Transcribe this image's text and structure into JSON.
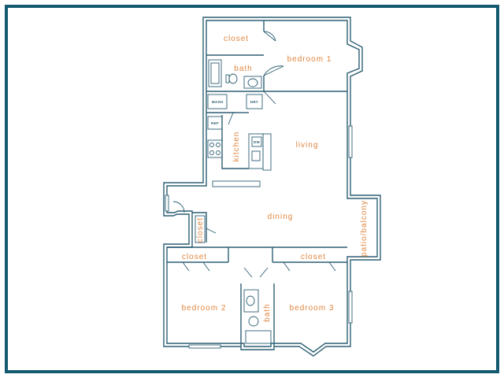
{
  "colors": {
    "frame": "#165a72",
    "walls": "#2d5f73",
    "labels": "#e0853f"
  },
  "rooms": {
    "closet_master": "closet",
    "bedroom1": "bedroom 1",
    "bath_master": "bath",
    "kitchen": "kitchen",
    "living": "living",
    "dining": "dining",
    "closet_hall": "closet",
    "patio": "patio/balcony",
    "closet_bed2": "closet",
    "closet_bed3": "closet",
    "bedroom2": "bedroom 2",
    "bath2": "bath",
    "bedroom3": "bedroom 3"
  },
  "fixtures": {
    "washer": "WASH",
    "dryer": "DRY",
    "refrigerator": "REF",
    "dishwasher": "DW"
  }
}
